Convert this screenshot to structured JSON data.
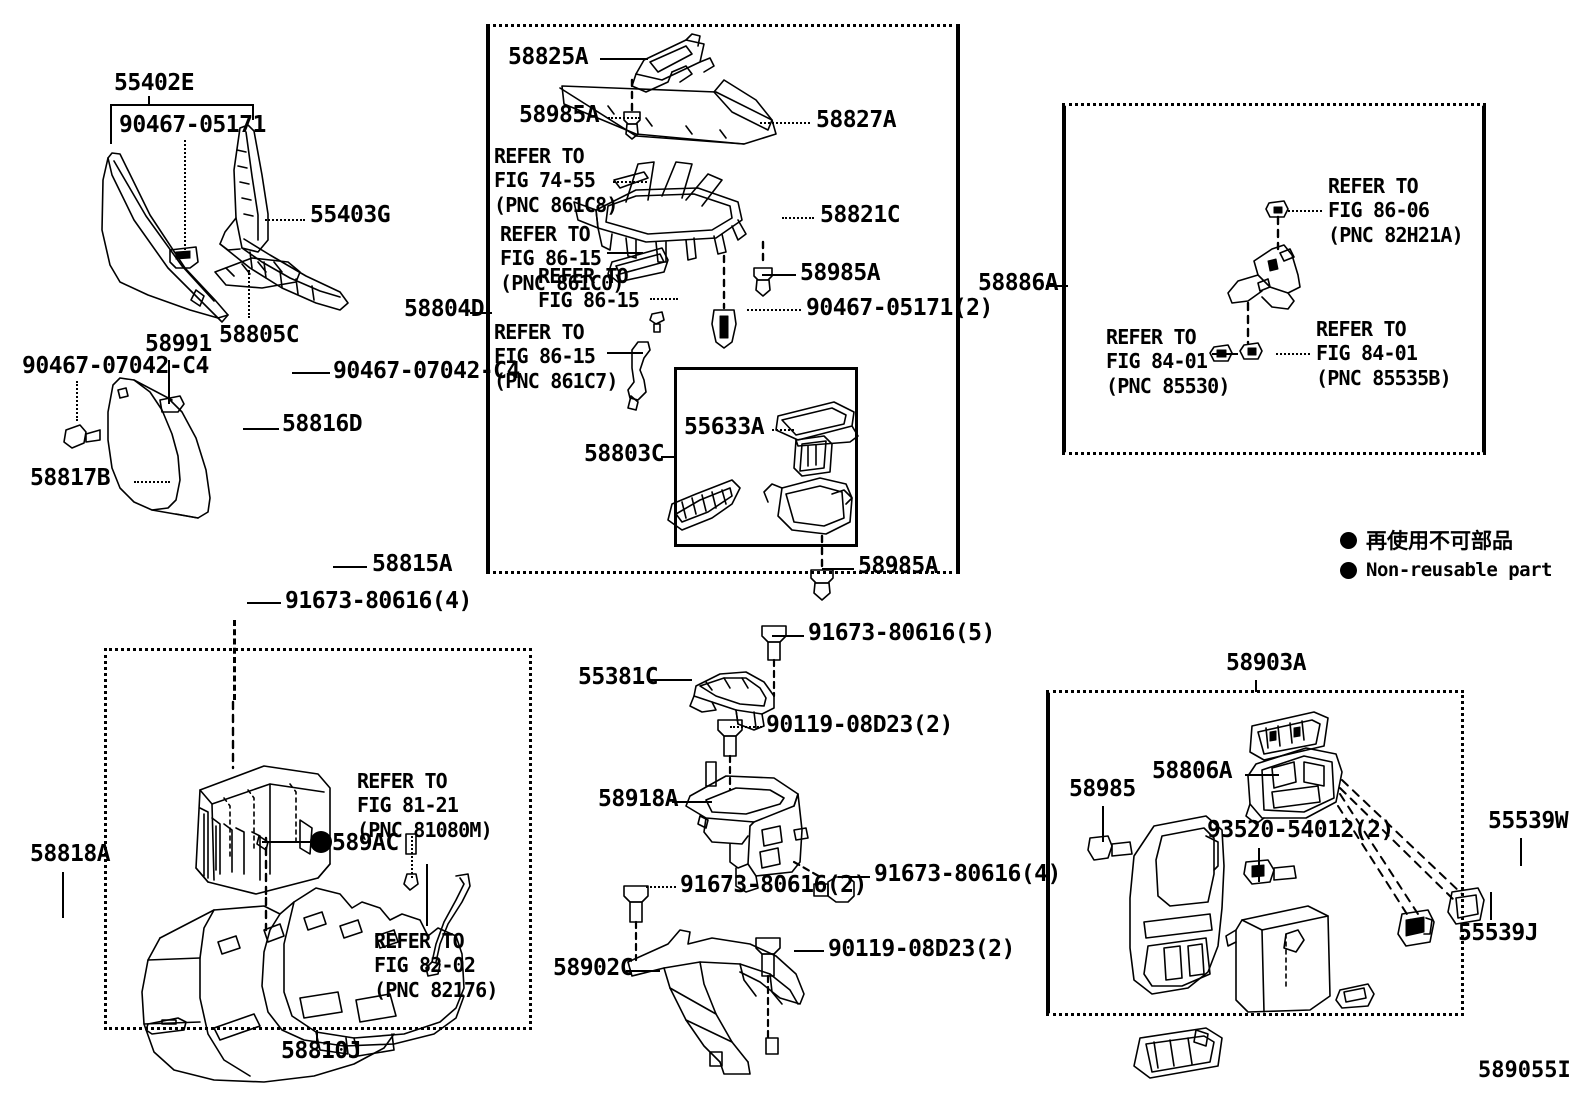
{
  "diagram": {
    "figure_number": "589055I",
    "legend": {
      "jp": "再使用不可部品",
      "en": "Non-reusable part"
    }
  },
  "groups": {
    "top_left": {
      "callouts": {
        "c55402E": "55402E",
        "c90467_05171": "90467-05171",
        "c55403G": "55403G",
        "c58805C": "58805C",
        "c58991": "58991",
        "c90467_07042_C4_left": "90467-07042-C4",
        "c90467_07042_C4_right": "90467-07042-C4",
        "c58816D": "58816D",
        "c58817B": "58817B",
        "c58815A": "58815A",
        "c91673_80616_4": "91673-80616(4)"
      }
    },
    "center_box": {
      "label": "58804D",
      "callouts": {
        "c58825A": "58825A",
        "c58985A_top": "58985A",
        "c58827A": "58827A",
        "c58821C": "58821C",
        "c58985A_mid": "58985A",
        "c90467_05171_2": "90467-05171(2)",
        "c58803C": "58803C",
        "c55633A": "55633A",
        "c58985A_bottom": "58985A"
      },
      "refs": {
        "r7455": "REFER TO\nFIG 74-55\n(PNC 861C8)",
        "r8615_c0": "REFER TO\nFIG 86-15\n(PNC 861C0)",
        "r8615_plain": "REFER TO\nFIG 86-15",
        "r8615_c7": "REFER TO\nFIG 86-15\n(PNC 861C7)"
      }
    },
    "right_box": {
      "label": "58886A",
      "refs": {
        "r8606": "REFER TO\nFIG 86-06\n(PNC 82H21A)",
        "r8401_85530": "REFER TO\nFIG 84-01\n(PNC 85530)",
        "r8401_85535B": "REFER TO\nFIG 84-01\n(PNC 85535B)"
      }
    },
    "bottom_left_box": {
      "label": "58810J",
      "callouts": {
        "c58815A": "58815A",
        "c91673_80616_4": "91673-80616(4)",
        "c58818A": "58818A",
        "c589AC": "589AC"
      },
      "refs": {
        "r8121": "REFER TO\nFIG 81-21\n(PNC 81080M)",
        "r8202": "REFER TO\nFIG 82-02\n(PNC 82176)"
      }
    },
    "bottom_center": {
      "callouts": {
        "c91673_80616_5": "91673-80616(5)",
        "c55381C": "55381C",
        "c90119_08D23_2_top": "90119-08D23(2)",
        "c58918A": "58918A",
        "c91673_80616_4": "91673-80616(4)",
        "c91673_80616_2": "91673-80616(2)",
        "c58902C": "58902C",
        "c90119_08D23_2_bottom": "90119-08D23(2)"
      }
    },
    "bottom_right_box": {
      "label": "58903A",
      "callouts": {
        "c58806A": "58806A",
        "c58985": "58985",
        "c93520_54012_2": "93520-54012(2)",
        "c55539W": "55539W",
        "c55539J": "55539J"
      }
    }
  }
}
